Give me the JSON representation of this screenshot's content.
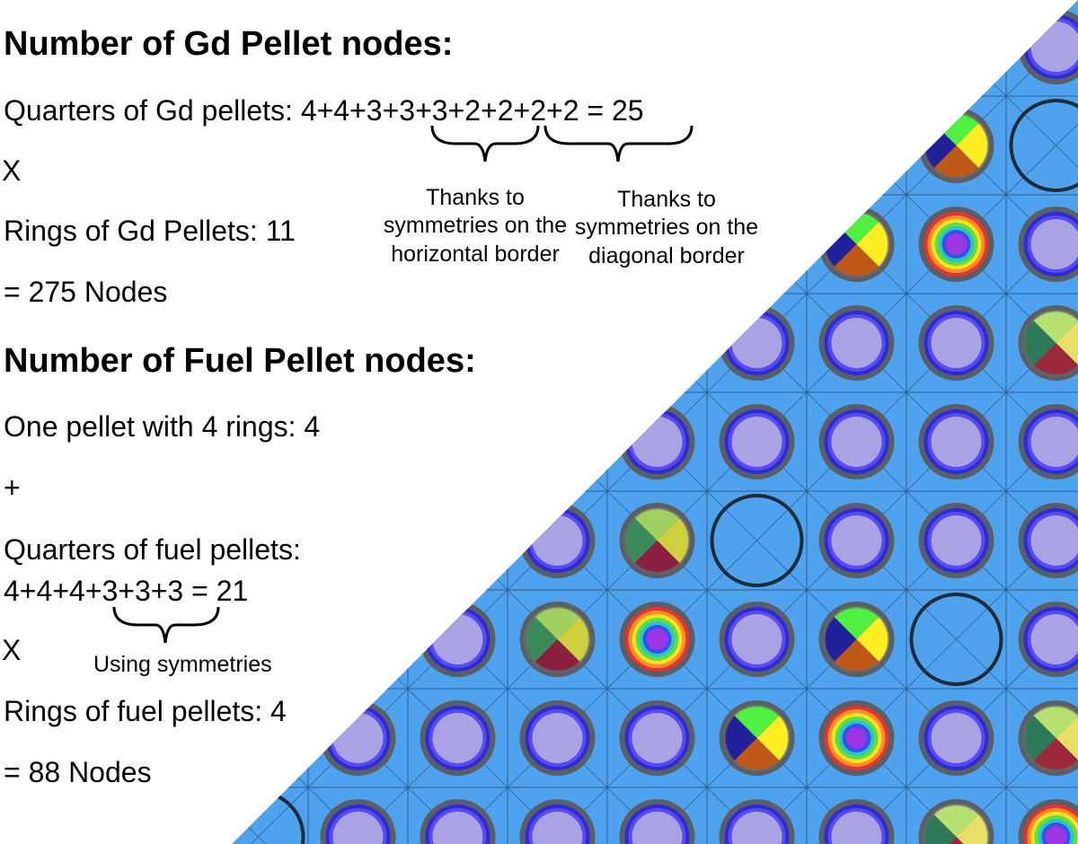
{
  "gd": {
    "heading": "Number of Gd Pellet nodes:",
    "quarters_label": "Quarters of Gd pellets:",
    "quarters_terms": [
      4,
      4,
      3,
      3,
      3,
      2,
      2,
      2,
      2
    ],
    "quarters_total": 25,
    "times": "X",
    "rings_line": "Rings of Gd Pellets: 11",
    "result": "= 275 Nodes",
    "note_horizontal": "Thanks to symmetries on the horizontal border",
    "note_diagonal": "Thanks to symmetries on the diagonal border"
  },
  "fuel": {
    "heading": "Number of Fuel Pellet nodes:",
    "single_line": "One pellet with 4 rings: 4",
    "plus": "+",
    "quarters_label": "Quarters of fuel pellets:",
    "quarters_terms": [
      4,
      4,
      4,
      3,
      3,
      3
    ],
    "quarters_total": 21,
    "times": "X",
    "note_symmetry": "Using symmetries",
    "rings_line": "Rings of fuel pellets: 4",
    "result": "= 88 Nodes"
  },
  "colors": {
    "lattice_bg": "#4fa3ee",
    "grid_line": "#2f5f8f",
    "ring_dark": "#5a5f66",
    "fuel_blue": "#2b2bd8",
    "fuel_core": "#a9a3e3",
    "water_ring": "#1d2b3a"
  }
}
